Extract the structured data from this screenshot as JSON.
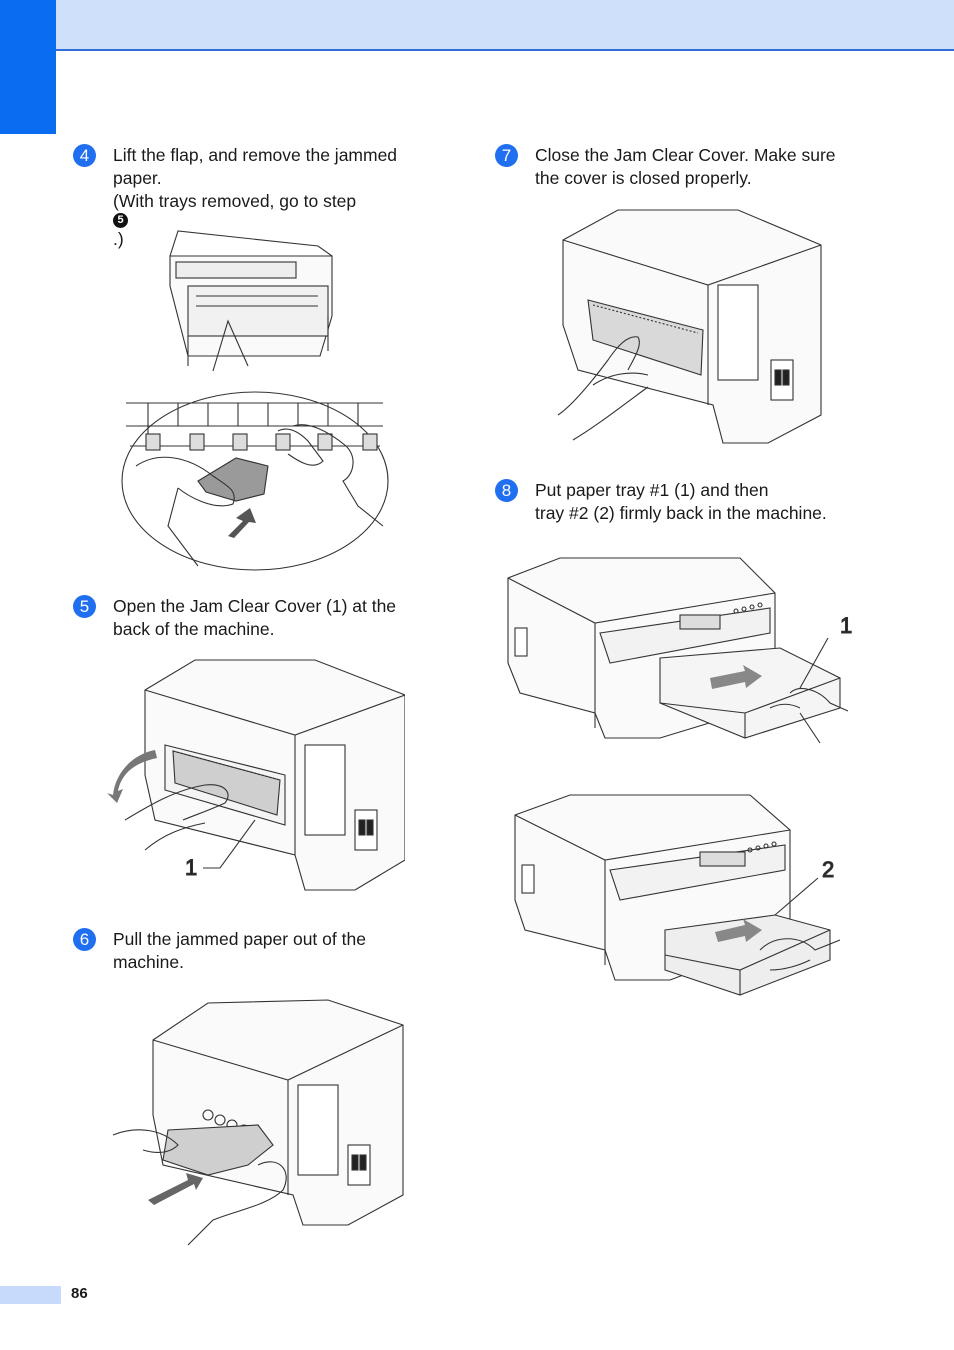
{
  "page": {
    "number": "86"
  },
  "steps": [
    {
      "num": "4",
      "lines": [
        "Lift the flap, and remove the jammed",
        "paper.",
        "(With trays removed, go to step"
      ],
      "ref": "5",
      "ref_suffix": ".)"
    },
    {
      "num": "5",
      "lines": [
        "Open the Jam Clear Cover (1) at the",
        "back of the machine."
      ]
    },
    {
      "num": "6",
      "lines": [
        "Pull the jammed paper out of the",
        "machine."
      ]
    },
    {
      "num": "7",
      "lines": [
        "Close the Jam Clear Cover. Make sure",
        "the cover is closed properly."
      ]
    },
    {
      "num": "8",
      "lines": [
        "Put paper tray #1 (1) and then",
        "tray #2 (2) firmly back in the machine."
      ]
    }
  ],
  "figures": {
    "fig5_callout": "1",
    "fig8a_callout": "1",
    "fig8b_callout": "2"
  },
  "colors": {
    "accent": "#1f6ff0",
    "side_tab": "#0a6cf0",
    "band": "#cfe0fb"
  }
}
